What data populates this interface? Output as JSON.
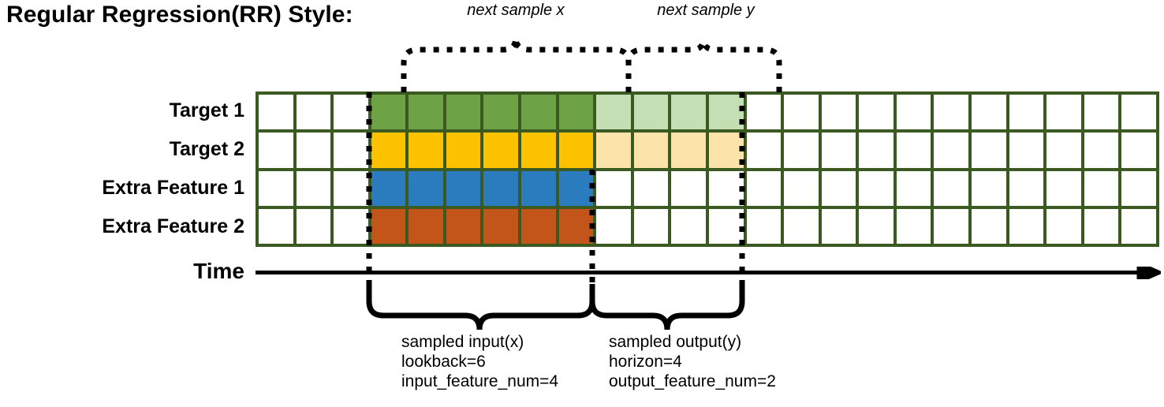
{
  "title": "Regular Regression(RR) Style:",
  "annotations": {
    "next_sample_x": "next sample x",
    "next_sample_y": "next sample y"
  },
  "rows": [
    {
      "label": "Target 1",
      "key": "target-1"
    },
    {
      "label": "Target 2",
      "key": "target-2"
    },
    {
      "label": "Extra Feature 1",
      "key": "extra-feature-1"
    },
    {
      "label": "Extra Feature 2",
      "key": "extra-feature-2"
    }
  ],
  "axis": {
    "label": "Time"
  },
  "captions": {
    "input": {
      "line1": "sampled input(x)",
      "line2": "lookback=6",
      "line3": "input_feature_num=4"
    },
    "output": {
      "line1": "sampled output(y)",
      "line2": "horizon=4",
      "line3": "output_feature_num=2"
    }
  },
  "colors": {
    "grid_border": "#3b5a22",
    "target1_input": "#6da344",
    "target1_output": "#c5dfb4",
    "target2_input": "#fcc200",
    "target2_output": "#fce3a9",
    "extra1_input": "#2b7cbf",
    "extra2_input": "#c4551a",
    "empty": "#ffffff"
  },
  "chart_data": {
    "type": "heatmap",
    "title": "Regular Regression(RR) Style:",
    "columns": 24,
    "lookback": 6,
    "horizon": 4,
    "input_feature_num": 4,
    "output_feature_num": 2,
    "input_start_column": 4,
    "input_end_column": 9,
    "output_start_column": 10,
    "output_end_column": 13,
    "row_labels": [
      "Target 1",
      "Target 2",
      "Extra Feature 1",
      "Extra Feature 2"
    ],
    "grid": [
      [
        "white",
        "white",
        "white",
        "green",
        "green",
        "green",
        "green",
        "green",
        "green",
        "lgreen",
        "lgreen",
        "lgreen",
        "lgreen",
        "white",
        "white",
        "white",
        "white",
        "white",
        "white",
        "white",
        "white",
        "white",
        "white",
        "white"
      ],
      [
        "white",
        "white",
        "white",
        "gold",
        "gold",
        "gold",
        "gold",
        "gold",
        "gold",
        "lgold",
        "lgold",
        "lgold",
        "lgold",
        "white",
        "white",
        "white",
        "white",
        "white",
        "white",
        "white",
        "white",
        "white",
        "white",
        "white"
      ],
      [
        "white",
        "white",
        "white",
        "blue",
        "blue",
        "blue",
        "blue",
        "blue",
        "blue",
        "white",
        "white",
        "white",
        "white",
        "white",
        "white",
        "white",
        "white",
        "white",
        "white",
        "white",
        "white",
        "white",
        "white",
        "white"
      ],
      [
        "white",
        "white",
        "white",
        "orange",
        "orange",
        "orange",
        "orange",
        "orange",
        "orange",
        "white",
        "white",
        "white",
        "white",
        "white",
        "white",
        "white",
        "white",
        "white",
        "white",
        "white",
        "white",
        "white",
        "white",
        "white"
      ]
    ],
    "legend": [
      "next sample x",
      "next sample y",
      "sampled input(x)",
      "sampled output(y)"
    ],
    "xlabel": "Time",
    "ylabel": ""
  }
}
